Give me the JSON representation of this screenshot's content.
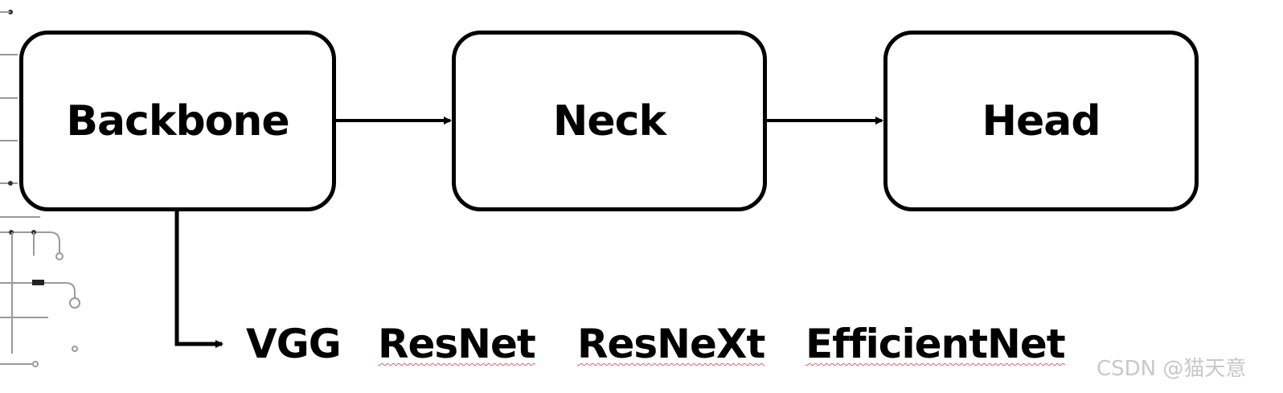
{
  "diagram": {
    "nodes": [
      {
        "id": "backbone",
        "label": "Backbone"
      },
      {
        "id": "neck",
        "label": "Neck"
      },
      {
        "id": "head",
        "label": "Head"
      }
    ],
    "edges": [
      {
        "from": "backbone",
        "to": "neck"
      },
      {
        "from": "neck",
        "to": "head"
      },
      {
        "from": "backbone",
        "to": "backbone-examples"
      }
    ],
    "backbone_examples": [
      "VGG",
      "ResNet",
      "ResNeXt",
      "EfficientNet"
    ]
  },
  "watermark": "CSDN @猫天意",
  "colors": {
    "stroke": "#000000",
    "background": "#ffffff",
    "spellcheck_underline": "#e06060",
    "watermark": "#c8c8c8",
    "decoration": "#9a9a9a"
  }
}
